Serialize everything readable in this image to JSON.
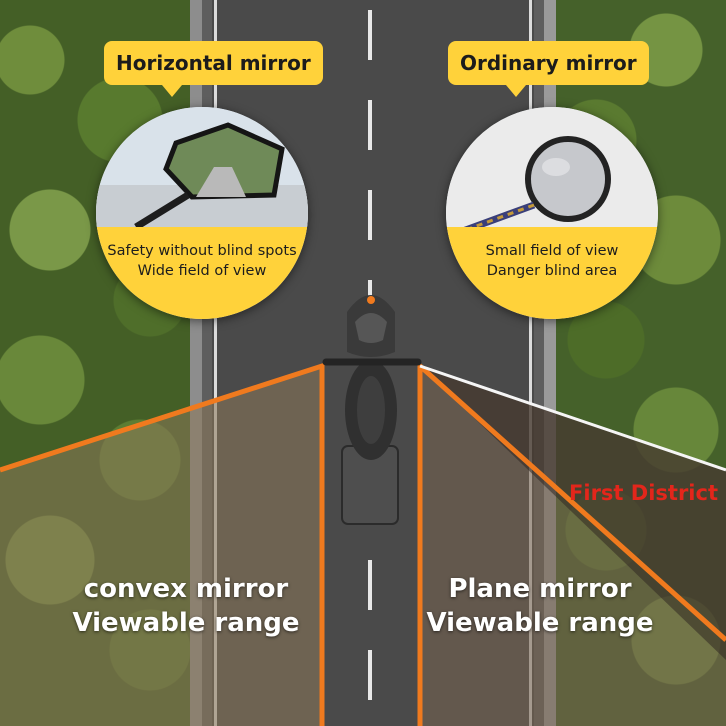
{
  "callouts": {
    "left_title": "Horizontal mirror",
    "right_title": "Ordinary mirror"
  },
  "badges": {
    "left": {
      "line1": "Safety without blind spots",
      "line2": "Wide field of view"
    },
    "right": {
      "line1": "Small field of view",
      "line2": "Danger blind area"
    }
  },
  "zones": {
    "left": {
      "line1": "convex mirror",
      "line2": "Viewable range"
    },
    "right": {
      "line1": "Plane mirror",
      "line2": "Viewable range"
    }
  },
  "district": "First District",
  "colors": {
    "accent_yellow": "#ffd23a",
    "fov_orange": "#f07a1e",
    "district_red": "#e3261b"
  },
  "icons": [
    "hexagon-mirror-icon",
    "round-mirror-icon",
    "scooter-topdown-icon"
  ]
}
